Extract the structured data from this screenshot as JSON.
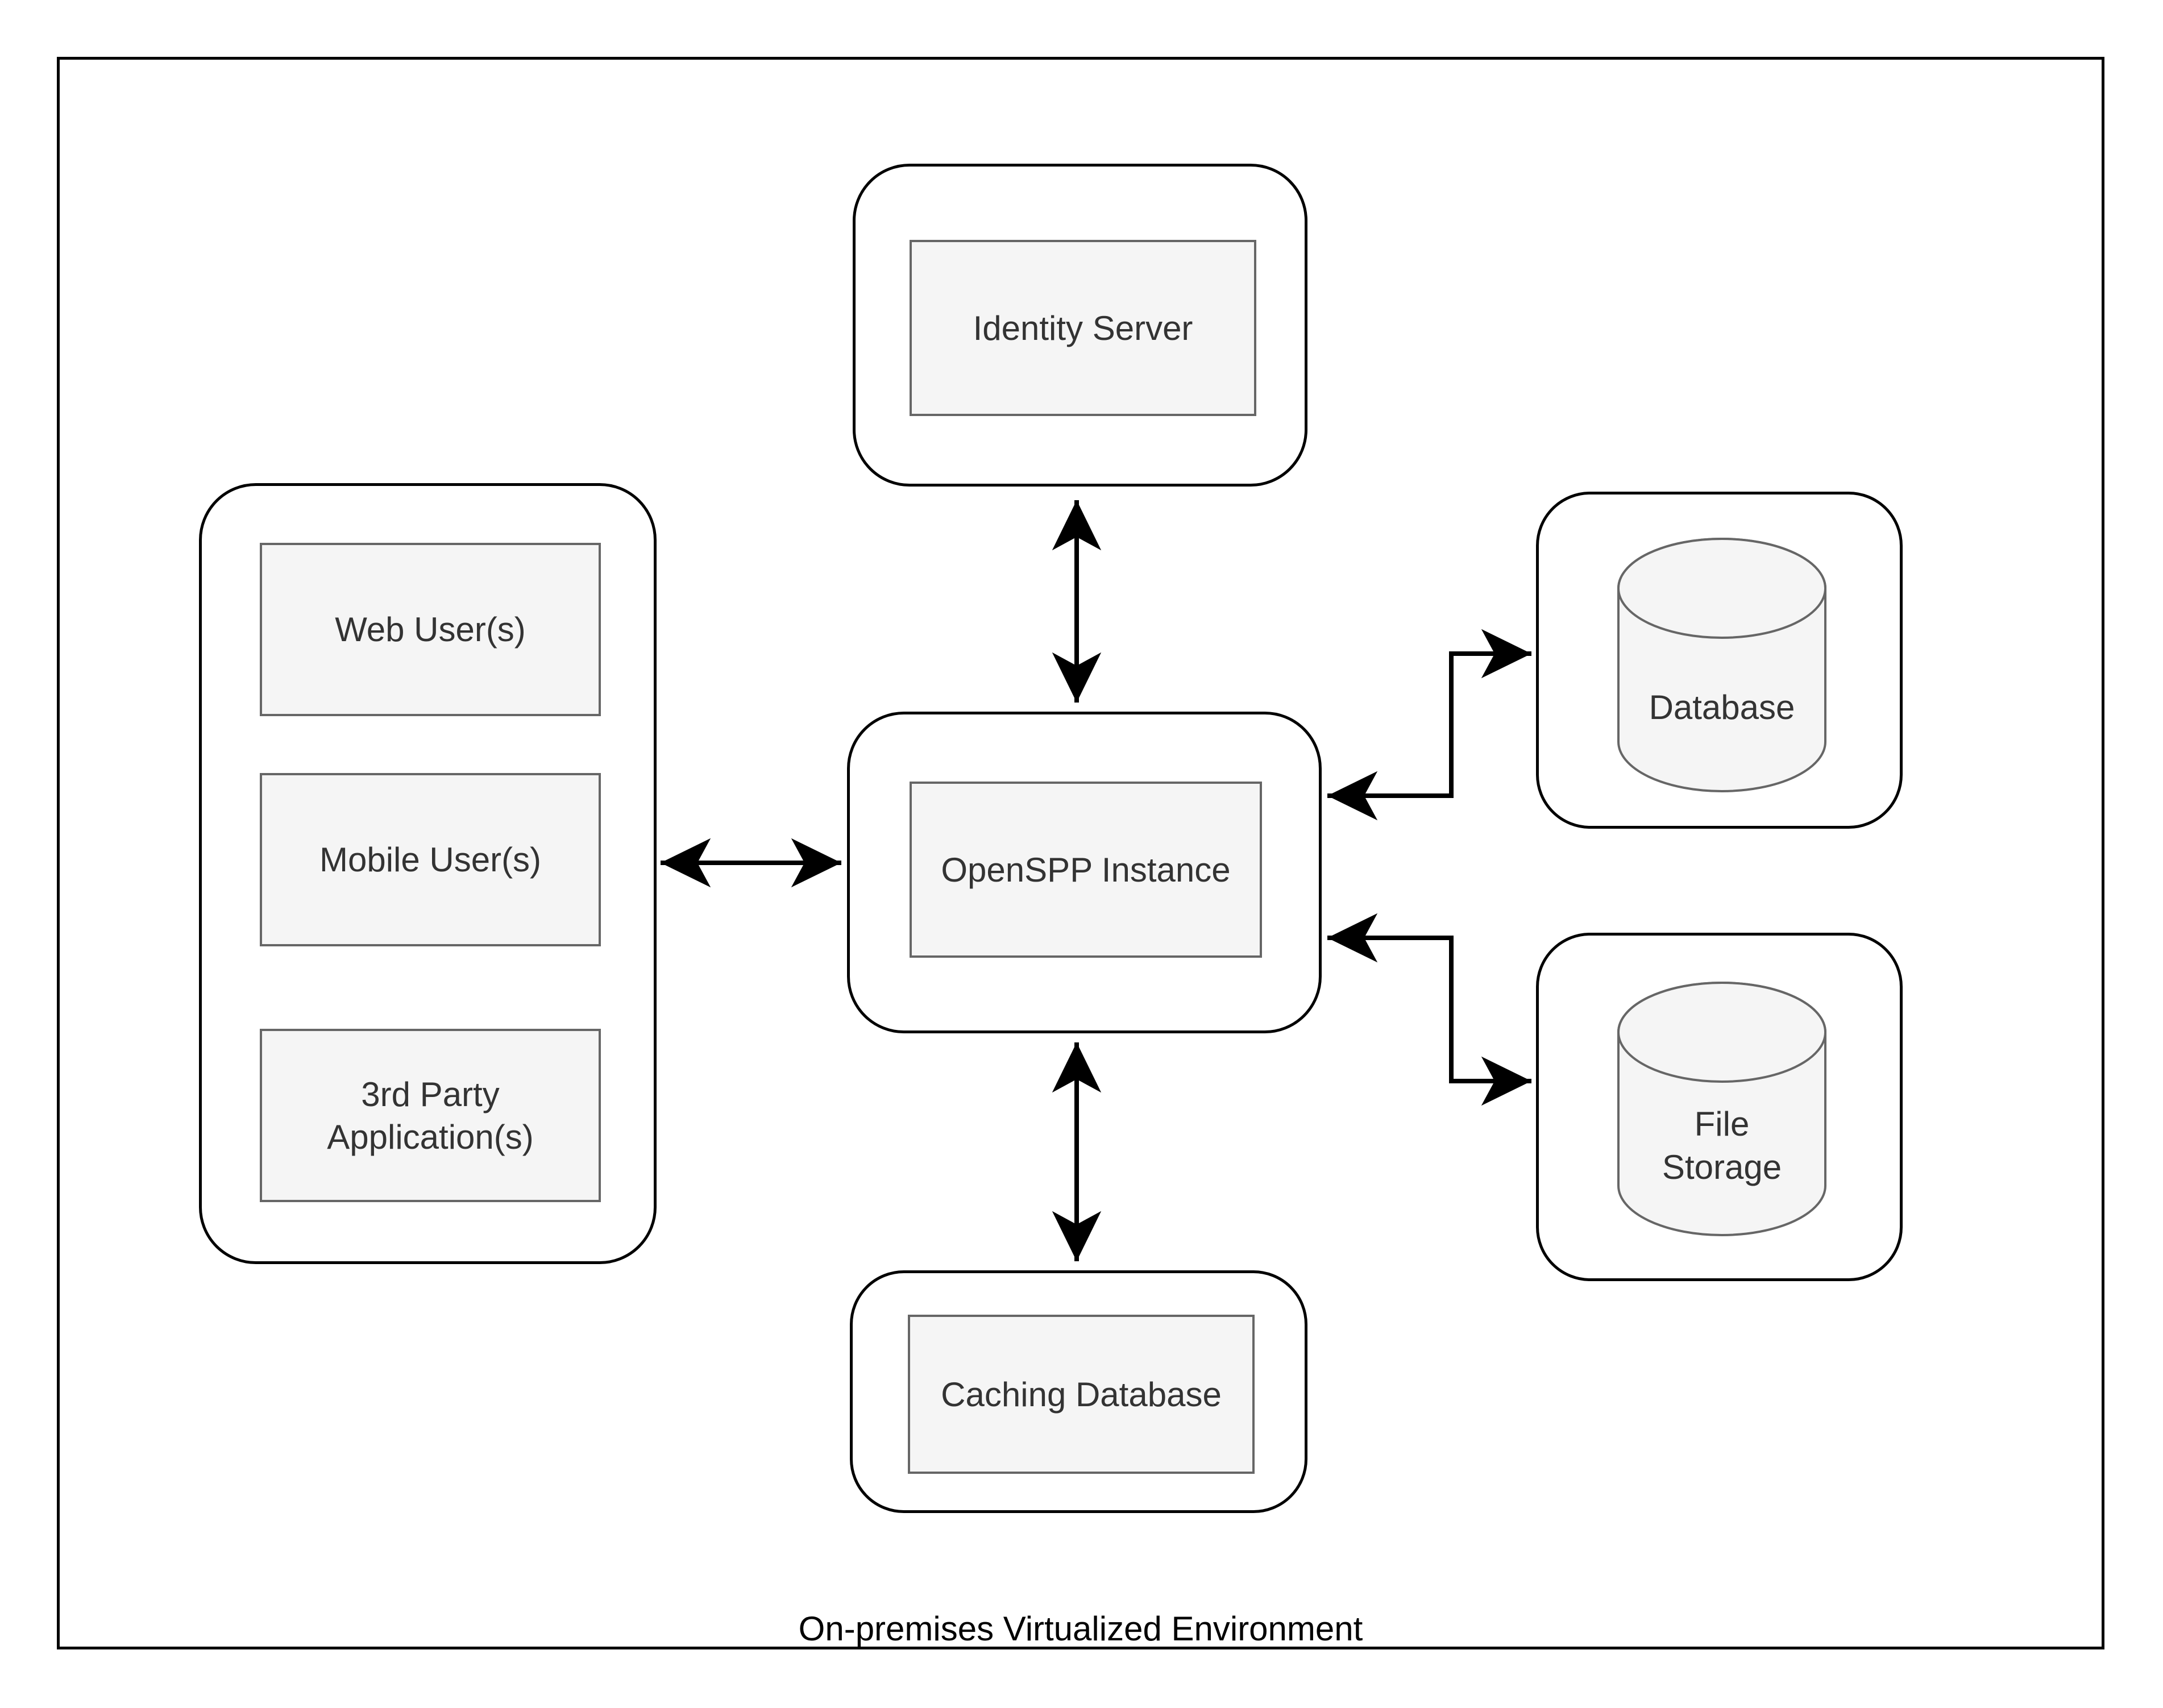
{
  "diagram": {
    "caption": "On-premises Virtualized Environment",
    "client_group": {
      "items": [
        {
          "id": "web-users",
          "label": "Web User(s)"
        },
        {
          "id": "mobile-users",
          "label": "Mobile User(s)"
        },
        {
          "id": "third-party-applications",
          "label": "3rd Party Application(s)"
        }
      ]
    },
    "identity_server": {
      "label": "Identity Server"
    },
    "openspp_instance": {
      "label": "OpenSPP Instance"
    },
    "caching_database": {
      "label": "Caching Database"
    },
    "database": {
      "label": "Database"
    },
    "file_storage": {
      "label": "File Storage"
    },
    "edges": [
      {
        "from": "Identity Server",
        "to": "OpenSPP Instance",
        "direction": "bidirectional"
      },
      {
        "from": "Client Applications (Web / Mobile / 3rd Party)",
        "to": "OpenSPP Instance",
        "direction": "bidirectional"
      },
      {
        "from": "OpenSPP Instance",
        "to": "Caching Database",
        "direction": "bidirectional"
      },
      {
        "from": "OpenSPP Instance",
        "to": "Database",
        "direction": "bidirectional"
      },
      {
        "from": "OpenSPP Instance",
        "to": "File Storage",
        "direction": "bidirectional"
      }
    ],
    "colors": {
      "node_fill": "#f5f5f5",
      "node_border": "#666666",
      "line": "#000000",
      "text": "#333333"
    }
  }
}
